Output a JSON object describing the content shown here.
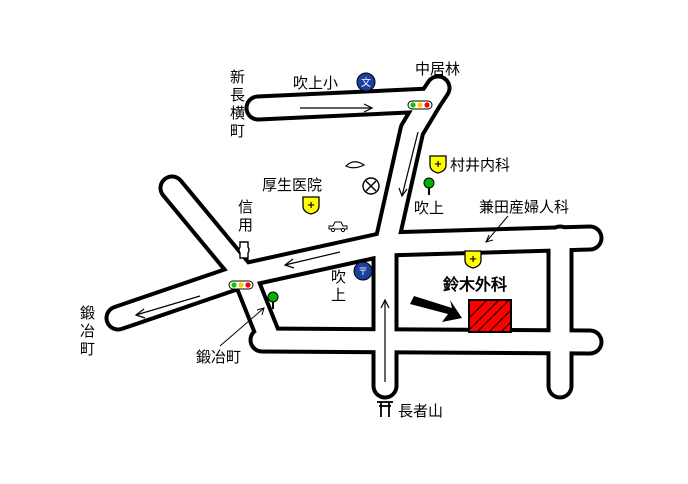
{
  "map": {
    "labels": {
      "shin_nagayokocho": "新長横町",
      "fukiage_sho": "吹上小",
      "nakairibayashi": "中居林",
      "murai_naika": "村井内科",
      "kosei_iin": "厚生医院",
      "fukiage_top": "吹上",
      "kaneta_sanfujinka": "兼田産婦人科",
      "shinyo": "信用",
      "fukiage_post": "吹上",
      "suzuki_geka": "鈴木外科",
      "kajicho_left": "鍛冶町",
      "kajicho_bottom": "鍛冶町",
      "chojasan": "長者山"
    },
    "icons": {
      "school_glyph": "文",
      "post_glyph": "〒",
      "hospital_glyph": "+",
      "shrine_glyph": "⛩"
    },
    "colors": {
      "road_outline": "#000000",
      "road_fill": "#ffffff",
      "school_blue": "#1a3fa0",
      "hospital_yellow": "#ffff00",
      "target_red": "#ff0000",
      "tree_green": "#00b000",
      "signal_green": "#00cc00",
      "signal_red": "#ff0000",
      "signal_yellow": "#ffcc00"
    }
  }
}
